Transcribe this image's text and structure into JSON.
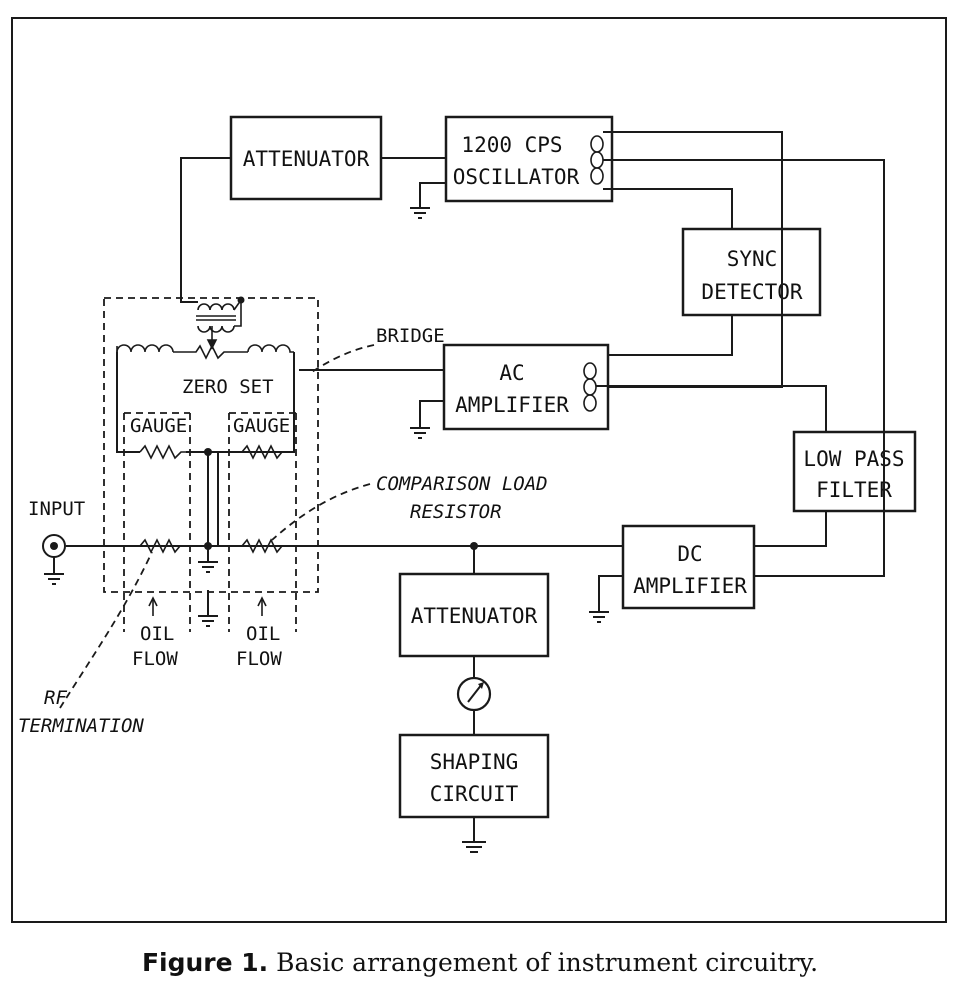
{
  "blocks": {
    "attenuator_top": "ATTENUATOR",
    "oscillator": [
      "1200 CPS",
      "OSCILLATOR"
    ],
    "sync_detector": [
      "SYNC",
      "DETECTOR"
    ],
    "ac_amplifier": [
      "AC",
      "AMPLIFIER"
    ],
    "low_pass_filter": [
      "LOW PASS",
      "FILTER"
    ],
    "dc_amplifier": [
      "DC",
      "AMPLIFIER"
    ],
    "attenuator_bottom": "ATTENUATOR",
    "shaping_circuit": [
      "SHAPING",
      "CIRCUIT"
    ]
  },
  "labels": {
    "bridge": "BRIDGE",
    "zero_set": "ZERO SET",
    "gauge_left": "GAUGE",
    "gauge_right": "GAUGE",
    "input": "INPUT",
    "comparison_load_resistor": [
      "COMPARISON LOAD",
      "RESISTOR"
    ],
    "oil_flow_left": [
      "OIL",
      "FLOW"
    ],
    "oil_flow_right": [
      "OIL",
      "FLOW"
    ],
    "rf_termination": [
      "RF",
      "TERMINATION"
    ]
  },
  "caption": {
    "figure": "Figure 1.",
    "text": "Basic arrangement of instrument circuitry."
  }
}
